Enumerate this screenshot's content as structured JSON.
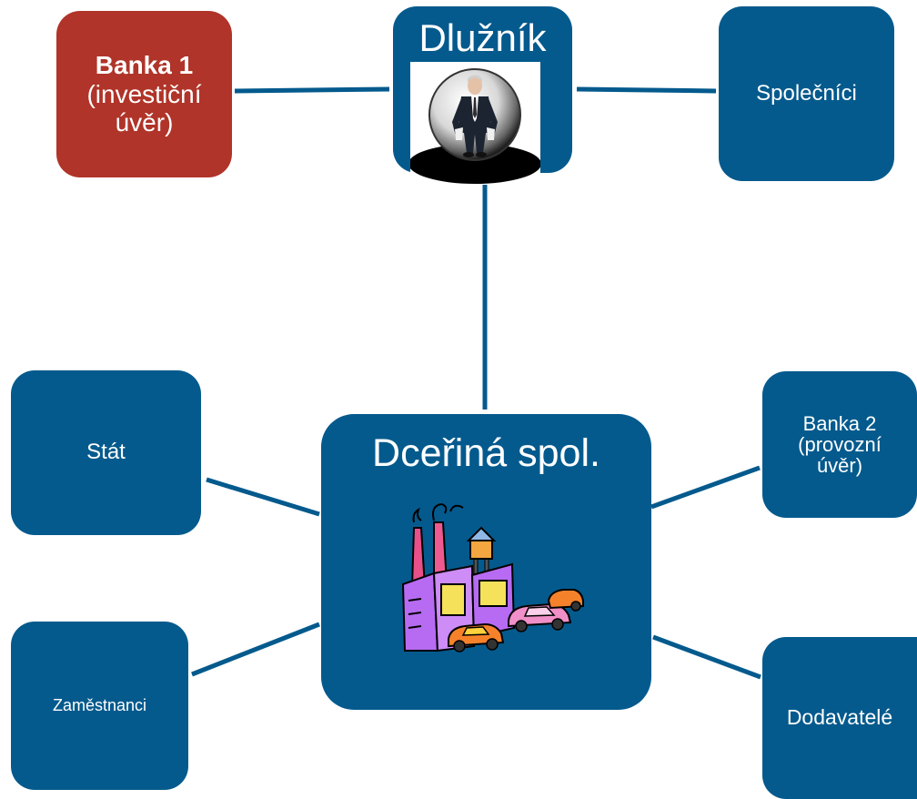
{
  "nodes": {
    "bank1": {
      "line1": "Banka 1",
      "line2": "(investiční",
      "line3": "úvěr)",
      "color": "#b03429"
    },
    "dluznik": {
      "title": "Dlužník"
    },
    "spolecnici": {
      "label": "Společníci"
    },
    "dcerina": {
      "title": "Dceřiná spol."
    },
    "stat": {
      "label": "Stát"
    },
    "zamestnanci": {
      "label": "Zaměstnanci"
    },
    "bank2": {
      "line1": "Banka 2",
      "line2": "(provozní",
      "line3": "úvěr)"
    },
    "dodavatele": {
      "label": "Dodavatelé"
    }
  },
  "links": [
    {
      "from": "bank1",
      "to": "dluznik"
    },
    {
      "from": "dluznik",
      "to": "spolecnici"
    },
    {
      "from": "dluznik",
      "to": "dcerina"
    },
    {
      "from": "stat",
      "to": "dcerina"
    },
    {
      "from": "zamestnanci",
      "to": "dcerina"
    },
    {
      "from": "bank2",
      "to": "dcerina"
    },
    {
      "from": "dodavatele",
      "to": "dcerina"
    }
  ],
  "colors": {
    "node": "#045a8d",
    "highlight": "#b03429",
    "connector": "#045a8d"
  },
  "images": {
    "dluznik": "businessman-empty-pockets-icon",
    "dcerina": "factory-with-cars-icon"
  }
}
